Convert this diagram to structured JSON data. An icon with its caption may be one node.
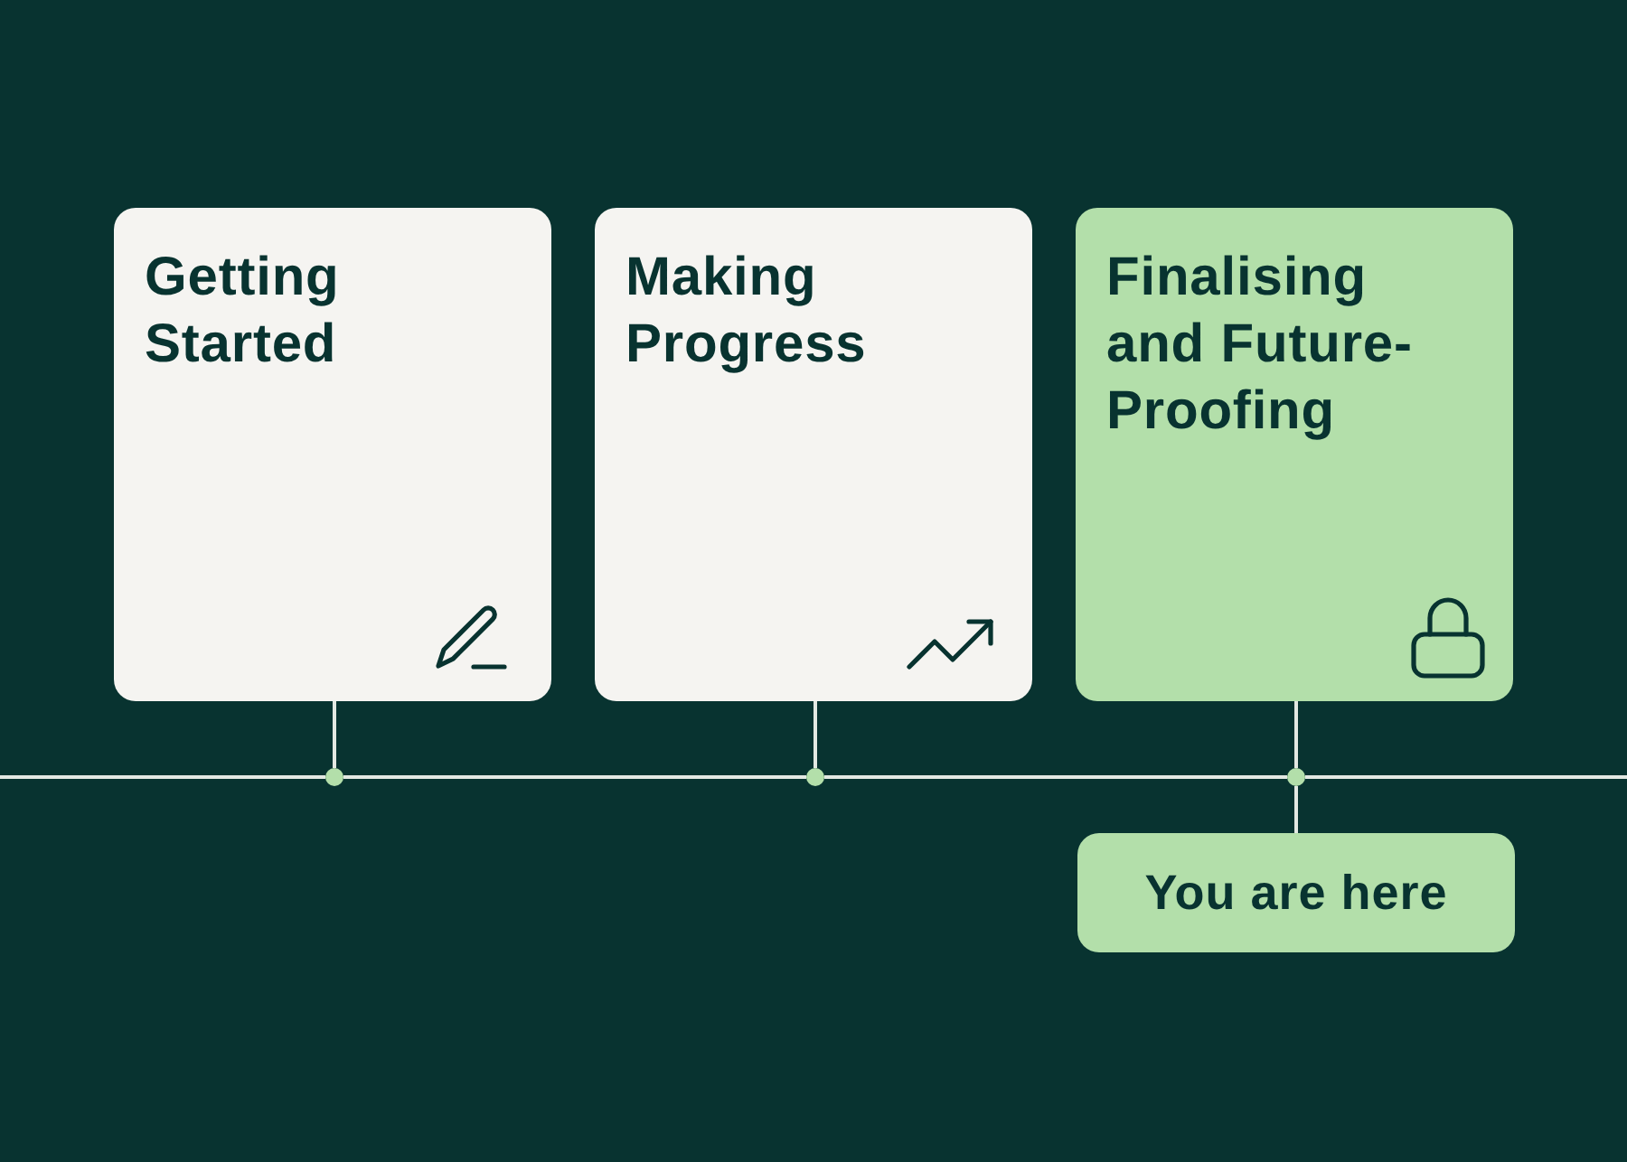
{
  "diagram": {
    "nodes": [
      {
        "text": [
          "Getting Started"
        ]
      },
      {
        "text": [
          "Making Progress"
        ]
      },
      {
        "text": [
          "Finalising and Future-Proofing"
        ]
      },
      {
        "text": [],
        "shape": "circle"
      },
      {
        "text": [],
        "shape": "circle"
      },
      {
        "text": [],
        "shape": "circle"
      },
      {
        "text": [
          "You are here"
        ]
      }
    ],
    "edges": [
      {
        "from": 0,
        "to": 3,
        "arrow": "none"
      },
      {
        "from": 1,
        "to": 4,
        "arrow": "none"
      },
      {
        "from": 2,
        "to": 5,
        "arrow": "none"
      },
      {
        "from": 5,
        "to": 6,
        "arrow": "none"
      },
      {
        "from": null,
        "to": 3,
        "arrow": "none"
      },
      {
        "from": 3,
        "to": 4,
        "arrow": "none"
      },
      {
        "from": 4,
        "to": 5,
        "arrow": "none"
      },
      {
        "from": 5,
        "to": null,
        "arrow": "none"
      }
    ]
  }
}
